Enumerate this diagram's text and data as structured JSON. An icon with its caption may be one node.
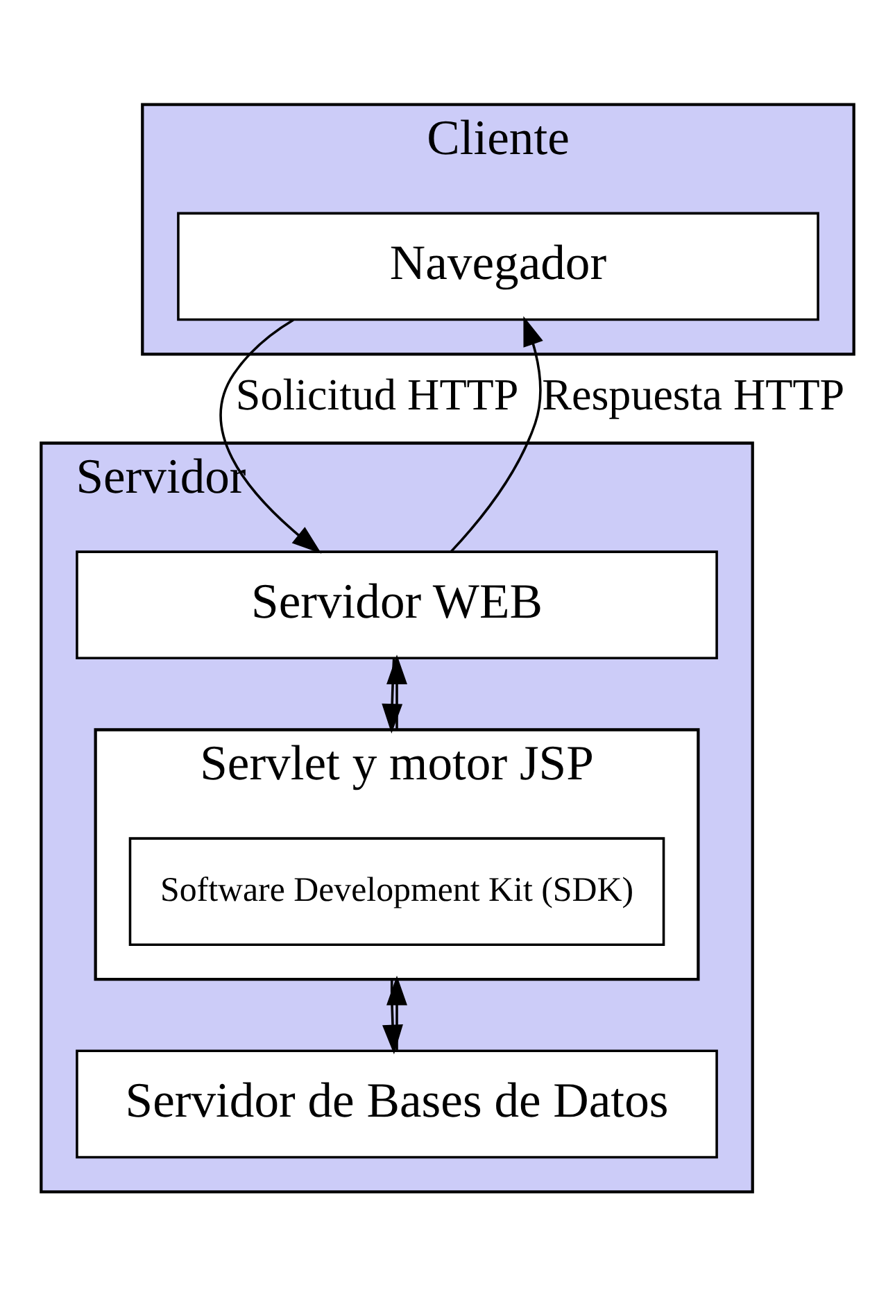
{
  "diagram": {
    "nodes": [
      {
        "text": [
          "Cliente"
        ]
      },
      {
        "text": [
          "Navegador"
        ],
        "in": 0
      },
      {
        "text": [
          "Servidor"
        ]
      },
      {
        "text": [
          "Servidor WEB"
        ],
        "in": 2
      },
      {
        "text": [
          "Servlet y motor JSP"
        ],
        "in": 2
      },
      {
        "text": [
          "Software Development Kit (SDK)"
        ],
        "in": 4
      },
      {
        "text": [
          "Servidor de Bases de Datos"
        ],
        "in": 2
      }
    ],
    "edges": [
      {
        "from": 1,
        "to": 3,
        "arrow": "to",
        "label": "Solicitud HTTP"
      },
      {
        "from": 3,
        "to": 1,
        "arrow": "to",
        "label": "Respuesta HTTP"
      },
      {
        "from": 3,
        "to": 4,
        "arrow": "to"
      },
      {
        "from": 4,
        "to": 3,
        "arrow": "to"
      },
      {
        "from": 4,
        "to": 6,
        "arrow": "to"
      },
      {
        "from": 6,
        "to": 4,
        "arrow": "to"
      }
    ]
  }
}
